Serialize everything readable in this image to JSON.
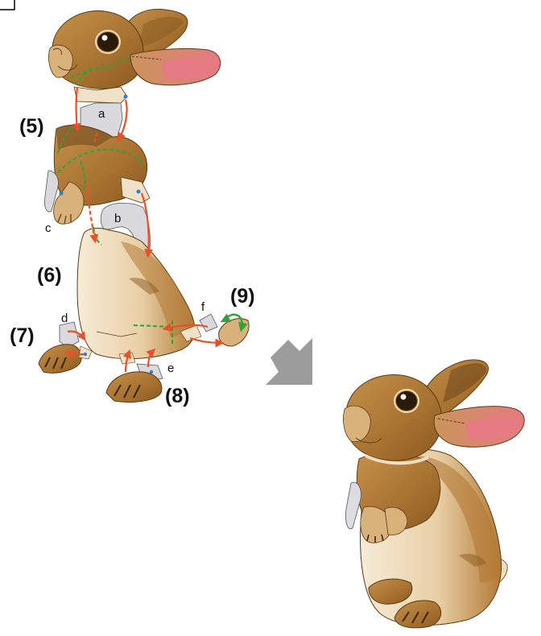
{
  "diagram": {
    "step_labels": {
      "s5": "(5)",
      "s6": "(6)",
      "s7": "(7)",
      "s8": "(8)",
      "s9": "(9)"
    },
    "part_letters": {
      "a": "a",
      "b": "b",
      "c": "c",
      "d": "d",
      "e": "e",
      "f": "f"
    }
  },
  "colors": {
    "fur_dark": "#8a5a22",
    "fur_mid": "#b7823e",
    "fur_light": "#e7c99a",
    "belly": "#f3e3c4",
    "ear_inner": "#e06f78",
    "flap_gray": "#d9d9de",
    "arrow_red": "#e8502a",
    "arrow_green": "#2fa23a",
    "guide_green": "#2fa23a",
    "next_arrow": "#9c9c9c"
  }
}
